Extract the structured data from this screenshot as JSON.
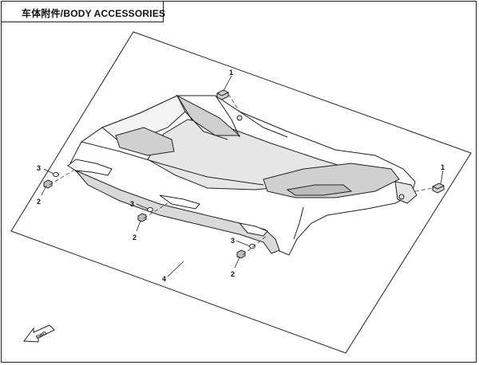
{
  "title": "车体附件/BODY ACCESSORIES",
  "callouts": {
    "c1_top": "1",
    "c1_right": "1",
    "c2_left": "2",
    "c2_mid": "2",
    "c2_right": "2",
    "c3_left": "3",
    "c3_mid": "3",
    "c3_right": "3",
    "c4": "4"
  },
  "direction_arrow": "FWD",
  "colors": {
    "line": "#222222",
    "shade": "#d9d9d9",
    "shade_dark": "#bdbdbd"
  }
}
